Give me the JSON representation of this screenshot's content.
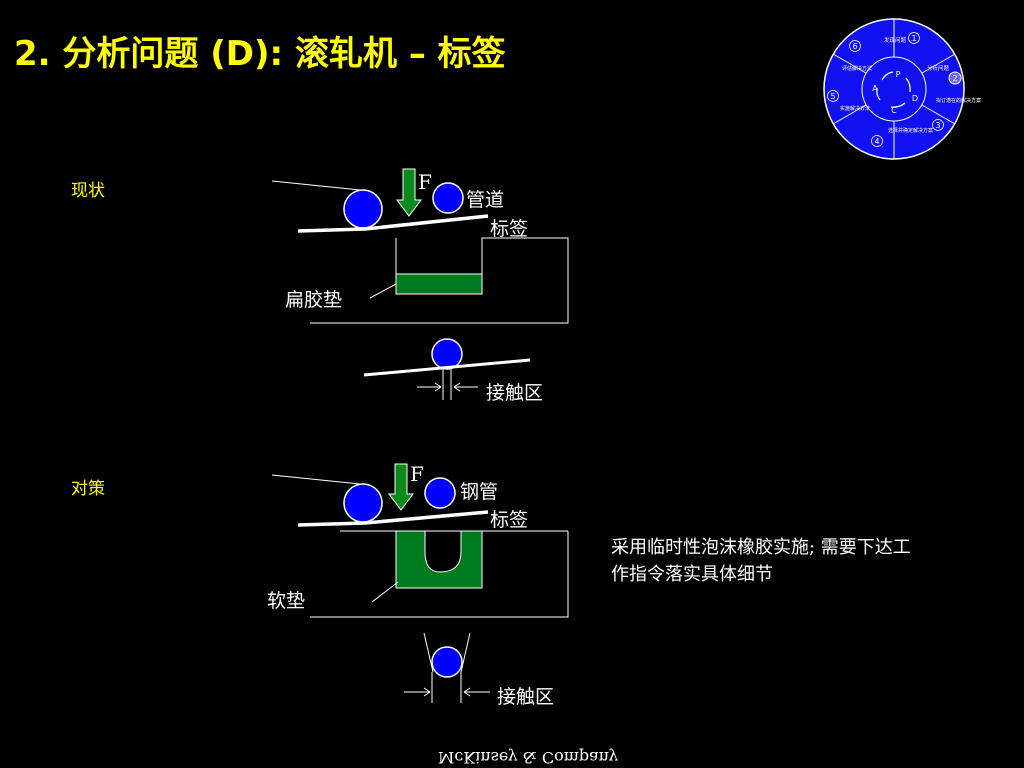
{
  "title": "2.  分析问题 (D):  滚轧机 – 标签",
  "sections": {
    "current": {
      "label": "现状",
      "force": "F",
      "pipe": "管道",
      "label_tag": "标签",
      "pad": "扁胶垫",
      "contact": "接触区"
    },
    "countermeasure": {
      "label": "对策",
      "force": "F",
      "pipe": "钢管",
      "label_tag": "标签",
      "pad": "软垫",
      "contact": "接触区"
    }
  },
  "note": "采用临时性泡沫橡胶实施; 需要下达工作指令落实具体细节",
  "footer": "McKinsey & Company",
  "wheel": {
    "segments": [
      {
        "num": "1",
        "text": "发现问题"
      },
      {
        "num": "2",
        "text": "分析问题"
      },
      {
        "num": "3",
        "text": "拟订潜在的解决方案"
      },
      {
        "num": "4",
        "text": "选择并确定解决方案"
      },
      {
        "num": "5",
        "text": "实施解决方法"
      },
      {
        "num": "6",
        "text": "评估解决方法"
      }
    ],
    "pdca": [
      "P",
      "D",
      "C",
      "A"
    ]
  },
  "colors": {
    "title": "#FFFF00",
    "roller": "#0000FF",
    "pad": "#007A1F",
    "arrow": "#0A8A1A",
    "wheel": "#1010F0"
  }
}
